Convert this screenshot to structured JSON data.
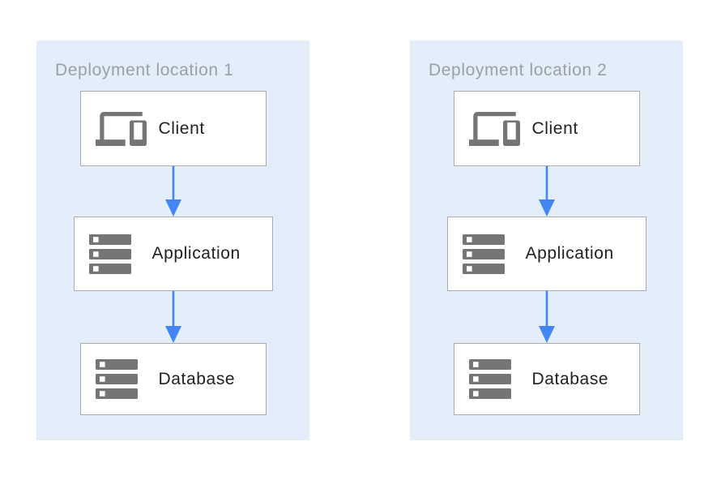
{
  "diagram": {
    "panels": [
      {
        "title": "Deployment location 1",
        "nodes": [
          {
            "label": "Client",
            "icon": "devices-icon"
          },
          {
            "label": "Application",
            "icon": "server-stack-icon"
          },
          {
            "label": "Database",
            "icon": "server-stack-icon"
          }
        ]
      },
      {
        "title": "Deployment location 2",
        "nodes": [
          {
            "label": "Client",
            "icon": "devices-icon"
          },
          {
            "label": "Application",
            "icon": "server-stack-icon"
          },
          {
            "label": "Database",
            "icon": "server-stack-icon"
          }
        ]
      }
    ],
    "connections": [
      {
        "from": "Client",
        "to": "Application",
        "style": "arrow-down"
      },
      {
        "from": "Application",
        "to": "Database",
        "style": "arrow-down"
      }
    ],
    "colors": {
      "panel_background": "#e3eefa",
      "node_background": "#ffffff",
      "node_border": "#ababab",
      "icon_gray": "#757575",
      "arrow_blue": "#4285f4",
      "title_gray": "#9aa0a6",
      "label_color": "#212121"
    }
  }
}
